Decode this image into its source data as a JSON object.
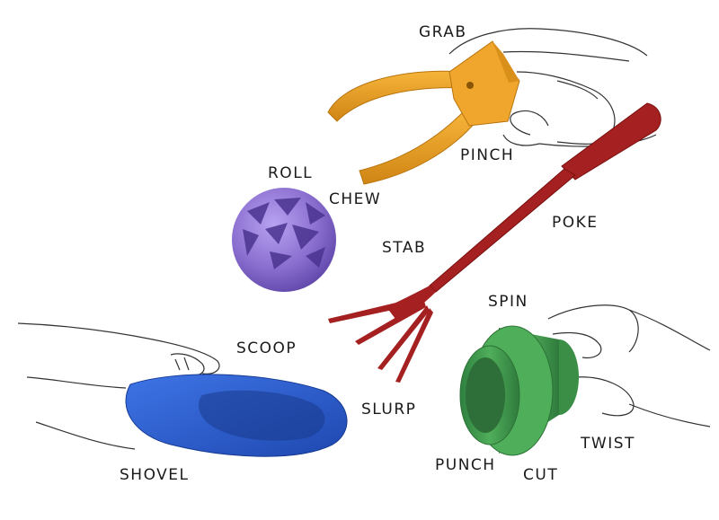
{
  "labels": {
    "grab": "GRAB",
    "pinch": "PINCH",
    "roll": "ROLL",
    "chew": "CHEW",
    "poke": "POKE",
    "stab": "STAB",
    "spin": "SPIN",
    "scoop": "SCOOP",
    "slurp": "SLURP",
    "twist": "TWIST",
    "punch": "PUNCH",
    "cut": "CUT",
    "shovel": "SHOVEL"
  },
  "colors": {
    "tongs": "#E89A1E",
    "ball": "#8B6FD0",
    "fork": "#A52020",
    "scoop": "#2D5FD0",
    "cutter": "#3F9A4A"
  }
}
